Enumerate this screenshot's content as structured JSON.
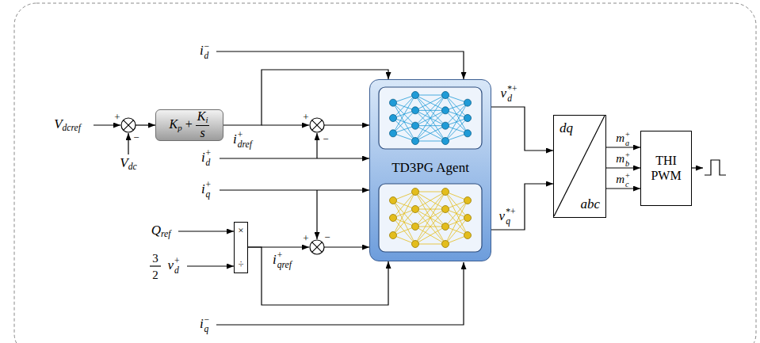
{
  "diagram": {
    "nodes": [
      {
        "text": [
          "Kp +",
          "Ki",
          "s"
        ]
      },
      {
        "text": [
          "×",
          "÷"
        ]
      },
      {
        "text": [
          "TD3PG Agent"
        ]
      },
      {
        "text": [
          "dq",
          "abc"
        ]
      },
      {
        "text": [
          "THI PWM"
        ]
      }
    ],
    "edges": [
      {
        "from": 0,
        "to": 2,
        "arrow": "to"
      },
      {
        "from": 1,
        "to": 2,
        "arrow": "to"
      },
      {
        "from": 2,
        "to": 3,
        "arrow": "to"
      },
      {
        "from": 2,
        "to": 3,
        "arrow": "to"
      },
      {
        "from": 3,
        "to": 4,
        "arrow": "to"
      },
      {
        "from": 3,
        "to": 4,
        "arrow": "to"
      },
      {
        "from": 3,
        "to": 4,
        "arrow": "to"
      }
    ],
    "labels": [
      "id−",
      "Vdcref",
      "+",
      "−",
      "Vdc",
      "idref+",
      "+",
      "−",
      "id+",
      "iq+",
      "+",
      "−",
      "Qref",
      "3",
      "2",
      "vd+",
      "iqref+",
      "iq−",
      "vd*+",
      "vq*+",
      "ma+",
      "mb+",
      "mc+"
    ]
  }
}
